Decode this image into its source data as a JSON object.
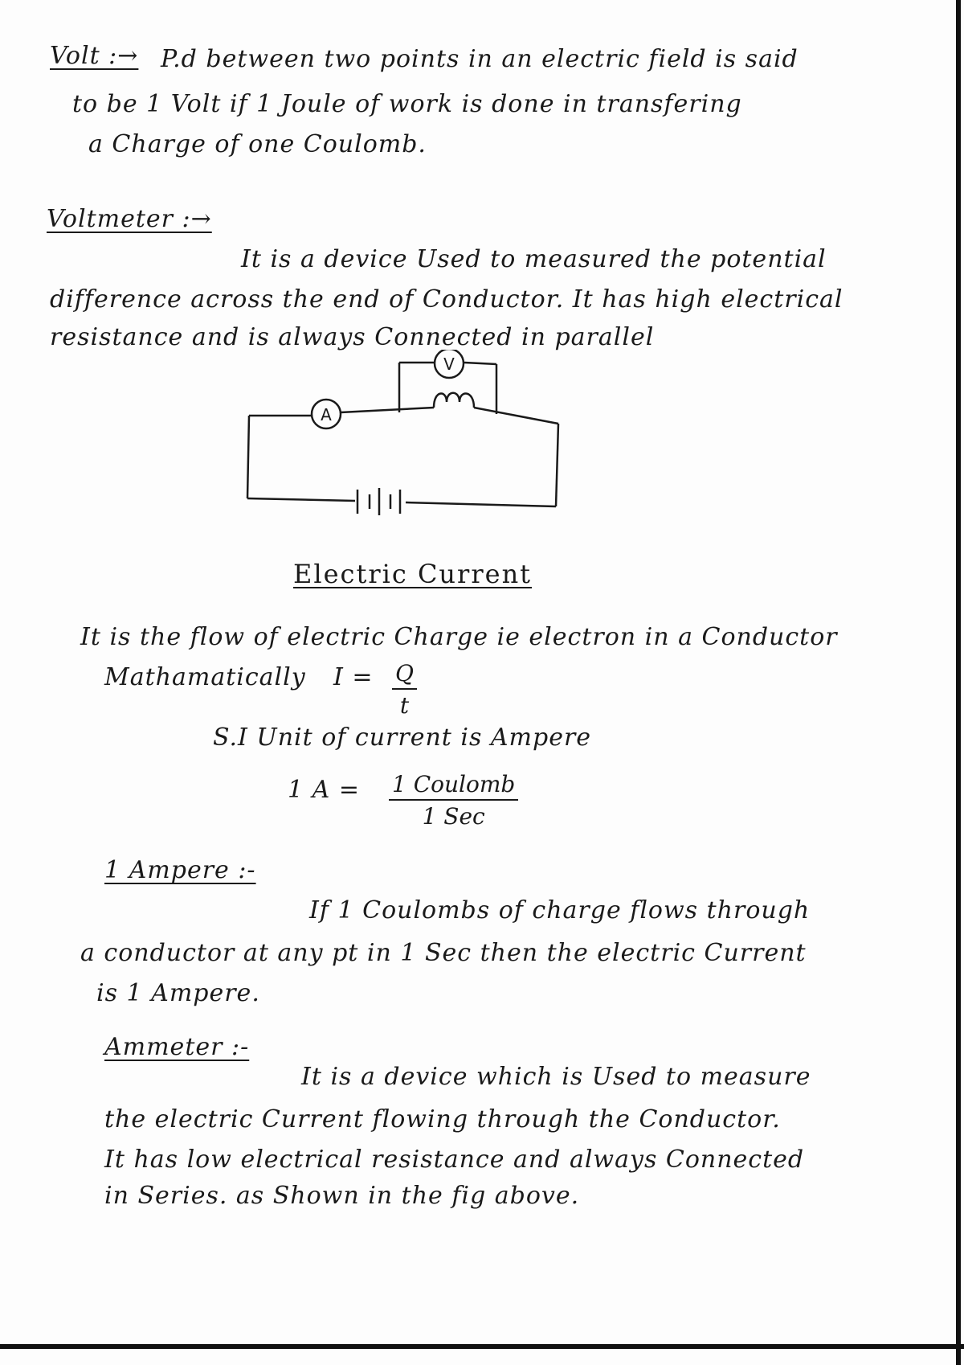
{
  "volt": {
    "heading": "Volt :→",
    "line1": "P.d between two points in an electric field is said",
    "line2": "to be 1 Volt if 1 Joule of work is done in transfering",
    "line3": "a Charge of one Coulomb."
  },
  "voltmeter": {
    "heading": "Voltmeter :→",
    "line1": "It is a device Used to measured the potential",
    "line2": "difference across the end of Conductor. It has high electrical",
    "line3": "resistance and is always Connected in parallel"
  },
  "circuit": {
    "voltmeter_label": "V",
    "ammeter_label": "A"
  },
  "electric_current": {
    "heading": "Electric Current",
    "line1": "It is the flow of electric Charge ie electron in a Conductor",
    "math_label": "Mathamatically",
    "formula_lhs": "I =",
    "formula_num": "Q",
    "formula_den": "t",
    "si_unit": "S.I Unit of current is Ampere",
    "ampere_lhs": "1 A =",
    "ampere_num": "1 Coulomb",
    "ampere_den": "1 Sec"
  },
  "one_ampere": {
    "heading": "1 Ampere :-",
    "line1": "If 1 Coulombs of charge flows through",
    "line2": "a conductor at any pt in 1 Sec then the electric Current",
    "line3": "is 1 Ampere."
  },
  "ammeter": {
    "heading": "Ammeter :-",
    "line1": "It is a device which is Used to measure",
    "line2": "the electric Current flowing through the Conductor.",
    "line3": "It has low electrical resistance and always Connected",
    "line4": "in Series. as Shown in the fig above."
  }
}
